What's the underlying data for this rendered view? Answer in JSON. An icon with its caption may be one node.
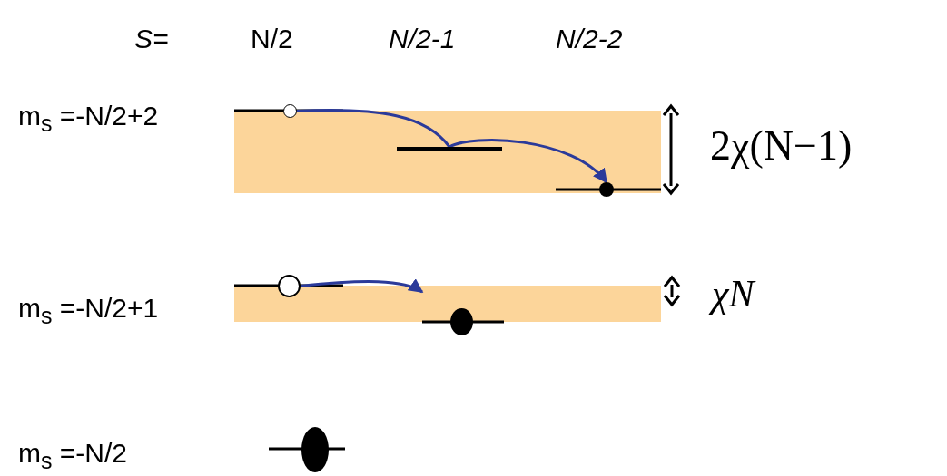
{
  "diagram": {
    "nodes": [
      {
        "text": [],
        "shape": "circle"
      },
      {
        "text": [],
        "shape": "bar"
      },
      {
        "text": [],
        "shape": "circle"
      },
      {
        "text": [],
        "shape": "circle"
      },
      {
        "text": [],
        "shape": "circle"
      },
      {
        "text": [],
        "shape": "circle"
      }
    ],
    "edges": [
      {
        "from": 0,
        "to": 1,
        "arrow": "none"
      },
      {
        "from": 1,
        "to": 2,
        "arrow": "to"
      },
      {
        "from": 3,
        "to": 4,
        "arrow": "to"
      }
    ],
    "labels": [
      "S=",
      "N/2",
      "N/2-1",
      "N/2-2",
      "m$_{s}$ =-N/2+2",
      "2χ(N−1)",
      "m$_{s}$ =-N/2+1",
      "χN",
      "m$_{s}$ =-N/2"
    ]
  }
}
